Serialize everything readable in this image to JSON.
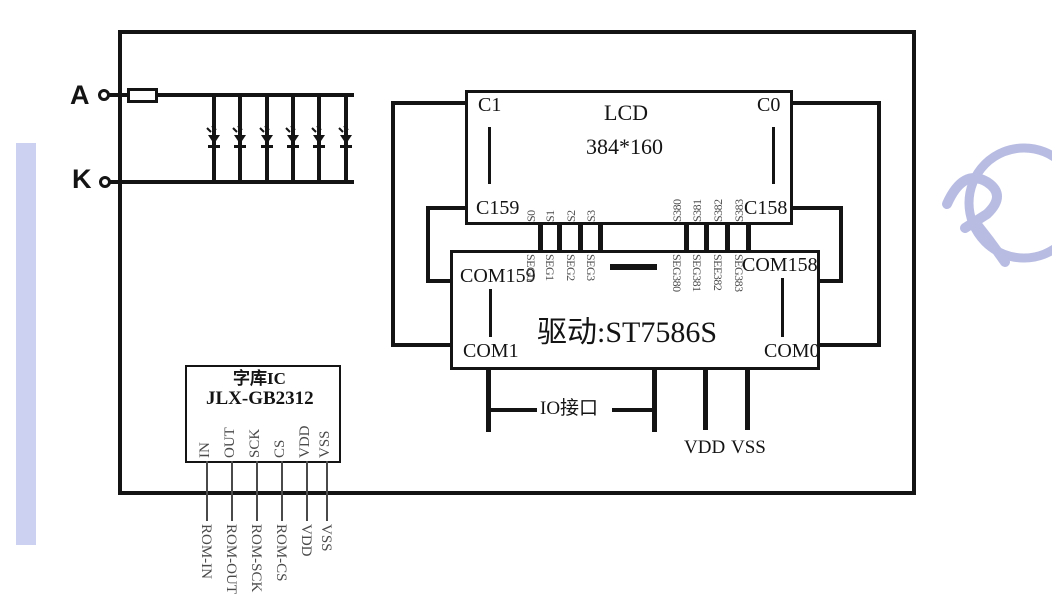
{
  "diagram": {
    "backlight": {
      "anode": "A",
      "cathode": "K",
      "led_count": 6
    },
    "lcd": {
      "name": "LCD",
      "resolution": "384*160",
      "pin_tl": "C1",
      "pin_tr": "C0",
      "pin_bl": "C159",
      "pin_br": "C158",
      "seg_left": [
        "S0",
        "S1",
        "S2",
        "S3"
      ],
      "seg_right": [
        "S380",
        "S381",
        "S382",
        "S383"
      ]
    },
    "driver": {
      "name": "驱动:ST7586S",
      "pin_tl": "COM159",
      "pin_tr": "COM158",
      "pin_bl": "COM1",
      "pin_br": "COM0",
      "seg_left": [
        "SEG0",
        "SEG1",
        "SEG2",
        "SEG3"
      ],
      "seg_right": [
        "SEG380",
        "SEG381",
        "SEE382",
        "SEG383"
      ],
      "io_label": "IO接口",
      "power": [
        "VDD",
        "VSS"
      ]
    },
    "font_ic": {
      "title": "字库IC",
      "part_no": "JLX-GB2312",
      "pins": [
        "IN",
        "OUT",
        "SCK",
        "CS",
        "VDD",
        "VSS"
      ]
    },
    "external_pins": [
      "ROM-IN",
      "ROM-OUT",
      "ROM-SCK",
      "ROM-CS",
      "VDD",
      "VSS"
    ]
  },
  "colors": {
    "line": "#141414",
    "small_label": "#4a4a4a",
    "watermark": "#ccd0f1",
    "logo": "#b8bce2",
    "background": "#ffffff"
  }
}
